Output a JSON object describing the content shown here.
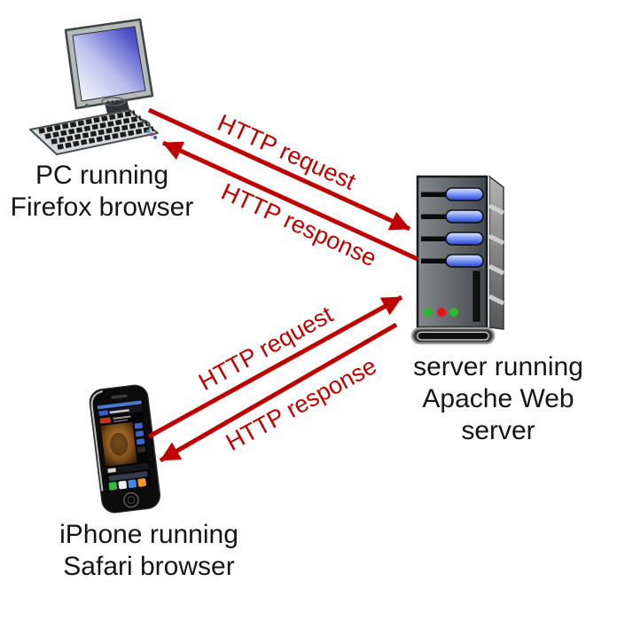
{
  "colors": {
    "arrow_red": "#c00000",
    "caption_text": "#151515",
    "screen_blue": "#3a3eb8",
    "bay_blue": "#3c5ae0",
    "led_green": "#2eb82e",
    "led_red": "#e51919"
  },
  "nodes": {
    "pc": {
      "icon": "desktop-computer-icon",
      "caption": "PC running\nFirefox browser"
    },
    "server": {
      "icon": "server-tower-icon",
      "caption": "server running\nApache Web\nserver"
    },
    "iphone": {
      "icon": "iphone-icon",
      "caption": "iPhone running\nSafari browser"
    }
  },
  "messages": {
    "pc_request": {
      "label": "HTTP request",
      "from": "PC",
      "to": "server"
    },
    "pc_response": {
      "label": "HTTP response",
      "from": "server",
      "to": "PC"
    },
    "iphone_request": {
      "label": "HTTP request",
      "from": "iPhone",
      "to": "server"
    },
    "iphone_response": {
      "label": "HTTP response",
      "from": "server",
      "to": "iPhone"
    }
  }
}
